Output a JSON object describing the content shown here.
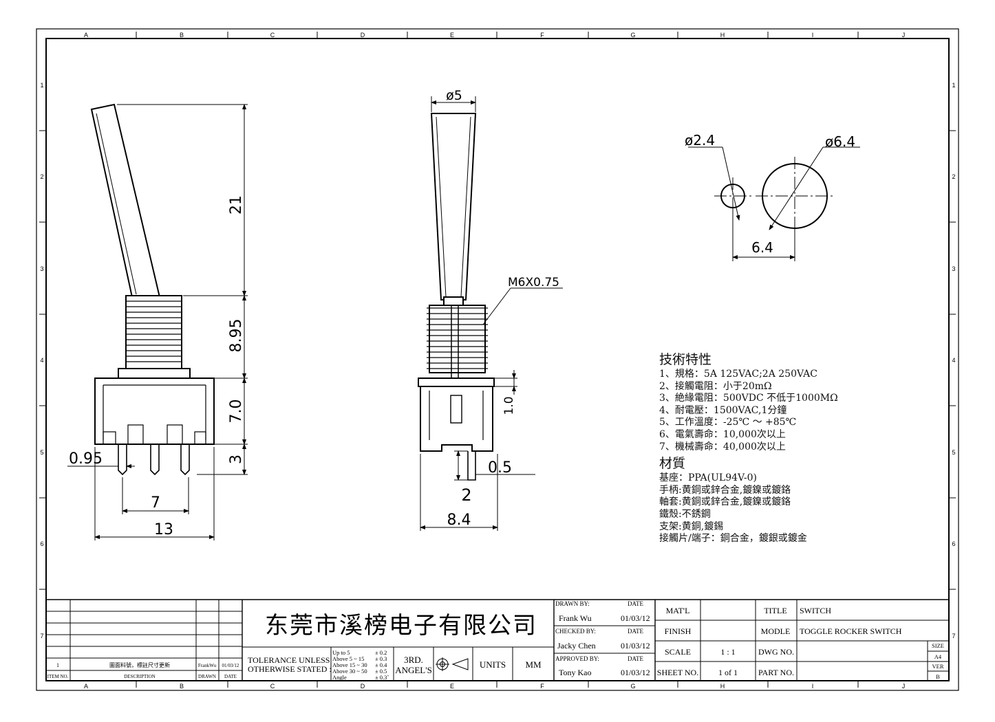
{
  "zones": {
    "columns": [
      "A",
      "B",
      "C",
      "D",
      "E",
      "F",
      "G",
      "H",
      "I",
      "J"
    ],
    "rows": [
      "1",
      "2",
      "3",
      "4",
      "5",
      "6",
      "7"
    ]
  },
  "dimensions": {
    "side_view": {
      "lever_height": "21",
      "bushing_height": "8.95",
      "body_height": "7.0",
      "pin_length": "3",
      "pin_width": "0.95",
      "pin_pitch": "7",
      "body_width": "13"
    },
    "front_view": {
      "lever_diameter": "ø5",
      "thread": "M6X0.75",
      "nut_thickness": "1.0",
      "terminal_thickness": "0.5",
      "terminal_length": "2",
      "body_width": "8.4"
    },
    "panel_cutout": {
      "small_hole": "ø2.4",
      "large_hole": "ø6.4",
      "center_distance": "6.4"
    }
  },
  "notes": {
    "spec_heading": "技術特性",
    "spec_lines": [
      "1、規格：5A 125VAC;2A 250VAC",
      "2、接觸電阻：小于20mΩ",
      "3、絶緣電阻：500VDC 不低于1000MΩ",
      "4、耐電壓：1500VAC,1分鐘",
      "5、工作溫度：-25℃ ～ +85℃",
      "6、電氣壽命：10,000次以上",
      "7、機械壽命：40,000次以上"
    ],
    "material_heading": "材質",
    "material_lines": [
      "基座：PPA(UL94V-0)",
      "手柄:黄銅或鋅合金,鍍鎳或鍍鉻",
      "軸套:黄銅或鋅合金,鍍鎳或鍍鉻",
      "鐵殼:不銹鋼",
      "支架:黄銅,鍍錫",
      "接觸片/端子：銅合金，鍍銀或鍍金"
    ]
  },
  "title_block": {
    "company": "东莞市溪榜电子有限公司",
    "revision": {
      "item": "1",
      "description": "圖面料號，標註尺寸更新",
      "drawn": "FrankWu",
      "date": "01/03/12",
      "header_item": "ITEM NO.",
      "header_description": "DESCRIPTION",
      "header_drawn": "DRAWN",
      "header_date": "DATE"
    },
    "tolerance": {
      "label_1": "TOLERANCE UNLESS",
      "label_2": "OTHERWISE STATED :",
      "rows": [
        {
          "range": "Up  to  5",
          "tol": "± 0.2"
        },
        {
          "range": "Above 5  ~ 15",
          "tol": "± 0.3"
        },
        {
          "range": "Above 15 ~ 30",
          "tol": "± 0.4"
        },
        {
          "range": "Above 30 ~ 50",
          "tol": "± 0.5"
        },
        {
          "range": "Angle",
          "tol": "± 0.3˚"
        }
      ]
    },
    "projection_1": "3RD.",
    "projection_2": "ANGEL'S",
    "units_label": "UNITS",
    "units_value": "MM",
    "drawn_by_label": "DRAWN BY:",
    "drawn_by": "Frank Wu",
    "drawn_date": "01/03/12",
    "checked_by_label": "CHECKED BY:",
    "checked_by": "Jacky Chen",
    "checked_date": "01/03/12",
    "approved_by_label": "APPROVED BY:",
    "approved_by": "Tony Kao",
    "approved_date": "01/03/12",
    "date_label": "DATE",
    "matl_label": "MAT'L",
    "matl_value": "",
    "finish_label": "FINISH",
    "finish_value": "",
    "scale_label": "SCALE",
    "scale_value": "1 : 1",
    "sheet_label": "SHEET NO.",
    "sheet_value": "1 of 1",
    "title_label": "TITLE",
    "title_value": "SWITCH",
    "model_label": "MODLE",
    "model_value": "TOGGLE ROCKER SWITCH",
    "dwg_label": "DWG NO.",
    "dwg_value": "",
    "part_label": "PART NO.",
    "part_value": "",
    "size_label": "SIZE",
    "size_value": "A4",
    "ver_label": "VER",
    "ver_value": "B"
  }
}
